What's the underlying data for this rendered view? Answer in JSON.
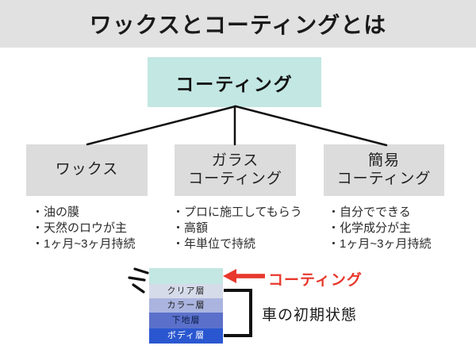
{
  "title": "ワックスとコーティングとは",
  "colors": {
    "band_bg": "#e1e1e1",
    "root_bg": "#c3e7e3",
    "category_bg": "#dcdcdc",
    "accent_red": "#e8382d",
    "line_black": "#111111"
  },
  "root": {
    "label": "コーティング"
  },
  "categories": [
    {
      "label": "ワックス",
      "bullets": [
        "・油の膜",
        "・天然のロウが主",
        "・1ヶ月~3ヶ月持続"
      ]
    },
    {
      "label": "ガラス\nコーティング",
      "bullets": [
        "・プロに施工してもらう",
        "・高額",
        "・年単位で持続"
      ]
    },
    {
      "label": "簡易\nコーティング",
      "bullets": [
        "・自分でできる",
        "・化学成分が主",
        "・1ヶ月~3ヶ月持続"
      ]
    }
  ],
  "layer_diagram": {
    "coating_color": "#c3e7e3",
    "arrow_label": "コーティング",
    "bracket_label": "車の初期状態",
    "stack": [
      {
        "label": "クリア層",
        "color": "#d6dbea",
        "text": "#2b2b2b"
      },
      {
        "label": "カラー層",
        "color": "#aab4df",
        "text": "#1f1f1f"
      },
      {
        "label": "下地層",
        "color": "#5b70ca",
        "text": "#0d1e4d"
      },
      {
        "label": "ボディ層",
        "color": "#2a57d0",
        "text": "#ffffff"
      }
    ]
  }
}
